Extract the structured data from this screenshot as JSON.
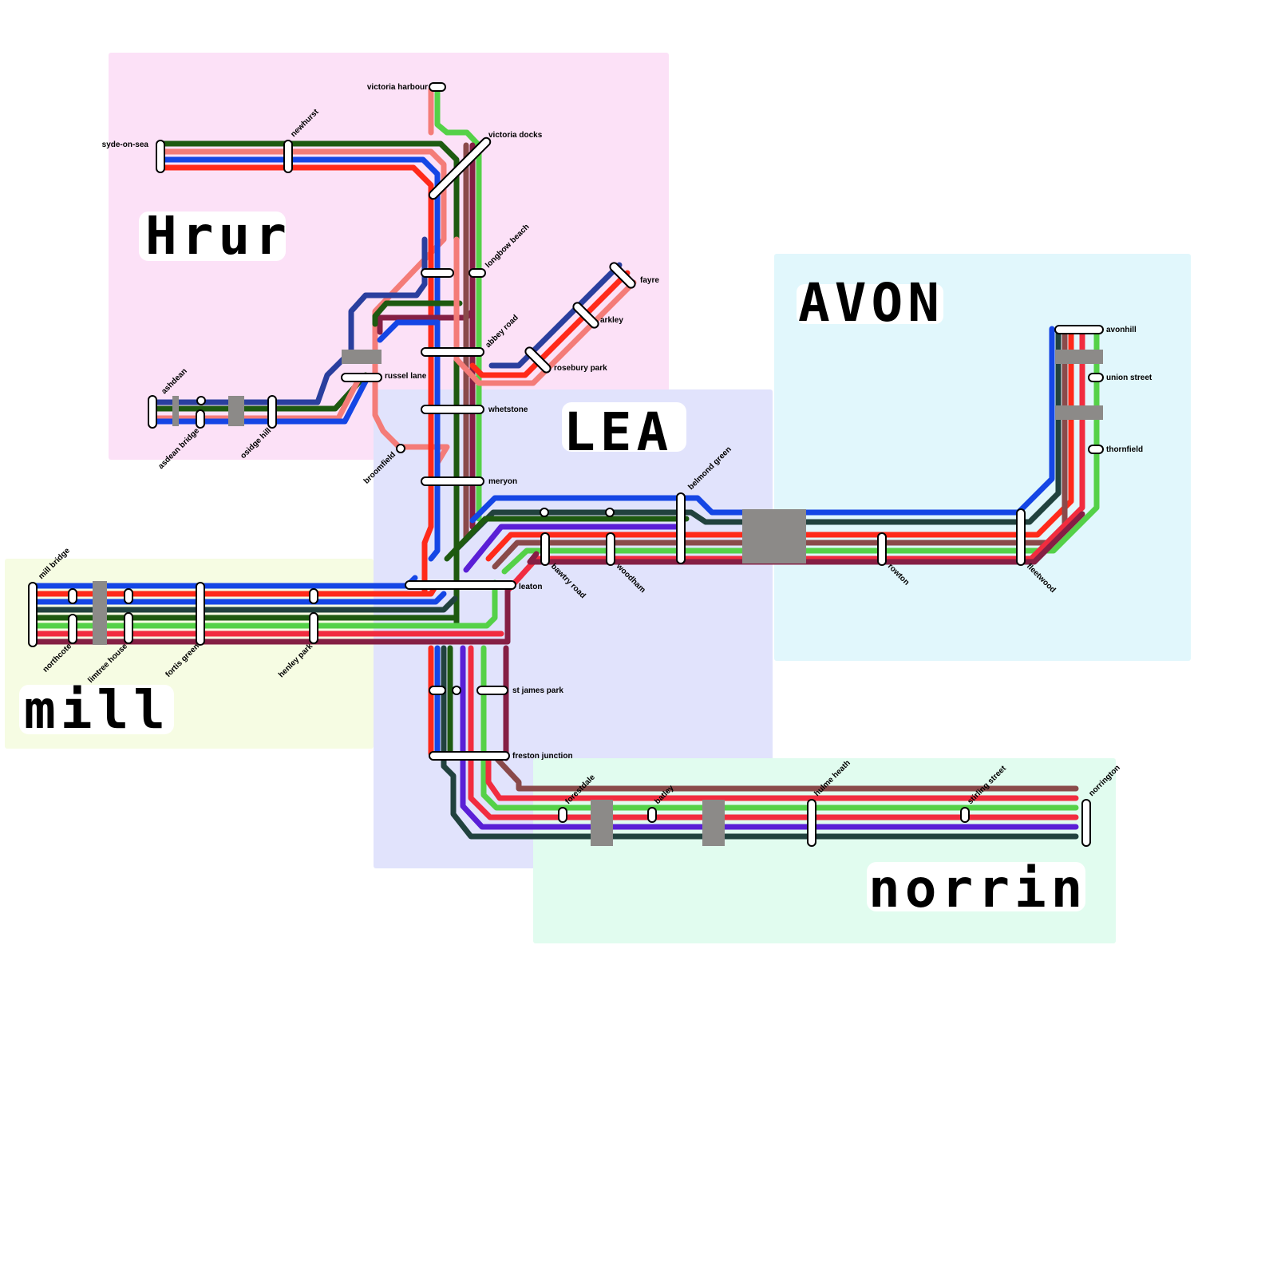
{
  "colors": {
    "blue": "#1546e5",
    "navy": "#2a3f9e",
    "red": "#ff2a1a",
    "crimson": "#f12c3f",
    "salmon": "#f47c78",
    "darkgreen": "#1e5a10",
    "teal": "#21423e",
    "green": "#55d148",
    "maroon": "#851f44",
    "brown": "#8a4a4a",
    "purple": "#5a1fd6",
    "zone_hrur": "#fce1f7",
    "zone_lea": "#e1e3fc",
    "zone_avon": "#e1f7fc",
    "zone_mill": "#f6fce3",
    "zone_norrin": "#e1fcef",
    "interchange": "#8c8a88"
  },
  "zones": [
    {
      "id": "hrur",
      "name": "Hrur"
    },
    {
      "id": "lea",
      "name": "LEA"
    },
    {
      "id": "avon",
      "name": "AVON"
    },
    {
      "id": "mill",
      "name": "mill"
    },
    {
      "id": "norrin",
      "name": "norrin"
    }
  ],
  "stations": {
    "victoria_harbour": "victoria harbour",
    "victoria_docks": "victoria docks",
    "syde_on_sea": "syde-on-sea",
    "newhurst": "newhurst",
    "longbow_beach": "longbow beach",
    "fayre": "fayre",
    "arkley": "arkley",
    "rosebury_park": "rosebury park",
    "abbey_road": "abbey road",
    "russel_lane": "russel lane",
    "ashdean": "ashdean",
    "asdean_bridge": "asdean bridge",
    "osidge_hill": "osidge hill",
    "whetstone": "whetstone",
    "broomfield": "broomfield",
    "meryon": "meryon",
    "belmond_green": "belmond green",
    "avonhill": "avonhill",
    "union_street": "union street",
    "thornfield": "thornfield",
    "mill_bridge": "mill bridge",
    "northcote": "northcote",
    "limtree_house": "limtree house",
    "fortis_green": "fortis green",
    "henley_park": "henley park",
    "leaton": "leaton",
    "bawtry_road": "bawtry road",
    "woodham": "woodham",
    "rowton": "rowton",
    "fleetwood": "fleetwood",
    "st_james_park": "st james park",
    "freston_junction": "freston junction",
    "forestdale": "forestdale",
    "batley": "batley",
    "hulme_heath": "hulme heath",
    "stirling_street": "stirling street",
    "norrington": "norrington"
  }
}
